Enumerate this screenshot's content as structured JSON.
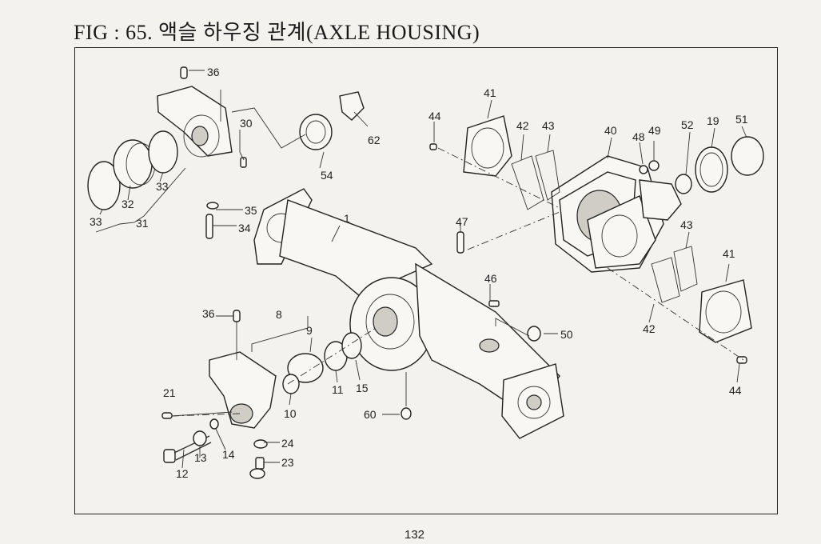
{
  "page": {
    "title": "FIG : 65. 액슬 하우징 관계(AXLE HOUSING)",
    "page_number": "132"
  },
  "callouts": {
    "c1": "1",
    "c8": "8",
    "c9": "9",
    "c10": "10",
    "c11": "11",
    "c12": "12",
    "c13": "13",
    "c14": "14",
    "c15": "15",
    "c19": "19",
    "c21": "21",
    "c23": "23",
    "c24": "24",
    "c30": "30",
    "c31": "31",
    "c32": "32",
    "c33a": "33",
    "c33b": "33",
    "c34": "34",
    "c35": "35",
    "c36a": "36",
    "c36b": "36",
    "c40": "40",
    "c41a": "41",
    "c41b": "41",
    "c42a": "42",
    "c42b": "42",
    "c43a": "43",
    "c43b": "43",
    "c44a": "44",
    "c44b": "44",
    "c46": "46",
    "c47": "47",
    "c48": "48",
    "c49": "49",
    "c50": "50",
    "c51": "51",
    "c52": "52",
    "c54": "54",
    "c60": "60",
    "c62": "62"
  }
}
